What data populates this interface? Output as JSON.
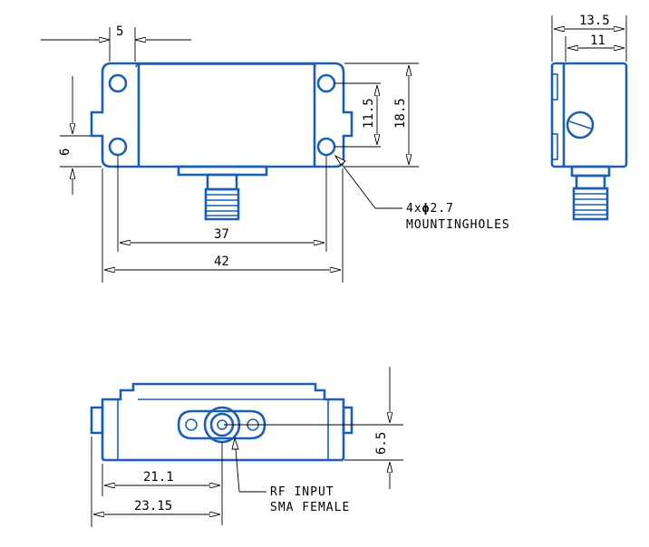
{
  "drawing": {
    "top_view": {
      "dims": {
        "flange_width": "5",
        "hole_spacing_vertical": "11.5",
        "body_height": "18.5",
        "hole_to_edge": "6",
        "hole_spacing_horizontal": "37",
        "overall_length": "42"
      },
      "note_holes_line1": "4x",
      "note_holes_dia_symbol": "ϕ",
      "note_holes_line1_value": "2.7",
      "note_holes_line2": "MOUNTINGHOLES"
    },
    "side_view": {
      "dims": {
        "overall_depth": "13.5",
        "body_depth": "11"
      }
    },
    "front_view": {
      "dims": {
        "connector_height": "6.5",
        "connector_offset_inner": "21.1",
        "connector_offset_outer": "23.15"
      },
      "note_connector_line1": "RF INPUT",
      "note_connector_line2": "SMA FEMALE"
    }
  },
  "colors": {
    "part_outline": "#1a5fb4",
    "dimension_lines": "#000000"
  }
}
